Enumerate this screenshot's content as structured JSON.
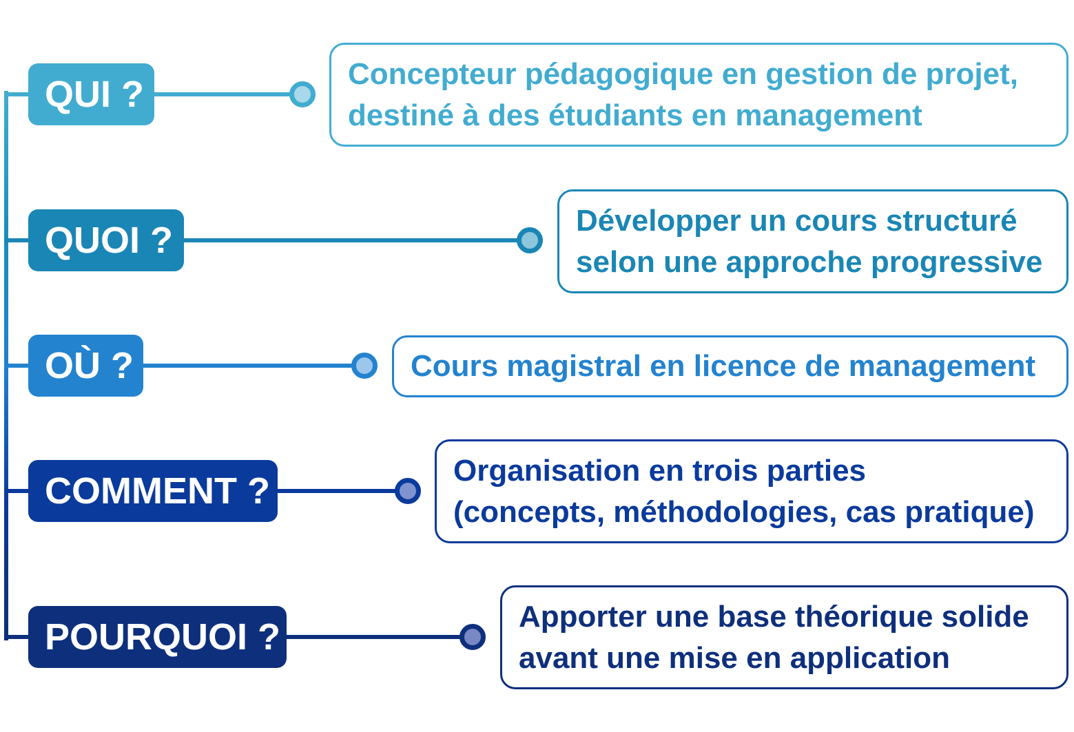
{
  "rows": [
    {
      "question": "QUI ?",
      "answer": "Concepteur pédagogique en gestion de projet,\ndestiné à des étudiants en management",
      "color": "#42acd0",
      "dot_fill": "#a9d8ea"
    },
    {
      "question": "QUOI ?",
      "answer": "Développer un cours structuré\nselon une approche progressive",
      "color": "#1a86b5",
      "dot_fill": "#8ec6dc"
    },
    {
      "question": "OÙ ?",
      "answer": "Cours magistral en licence de management",
      "color": "#2383cf",
      "dot_fill": "#9cc7ec"
    },
    {
      "question": "COMMENT ?",
      "answer": "Organisation en trois parties\n(concepts, méthodologies, cas pratique)",
      "color": "#0a3a9c",
      "dot_fill": "#8093cf"
    },
    {
      "question": "POURQUOI ?",
      "answer": "Apporter une base théorique solide\navant une mise en application",
      "color": "#0e2f7c",
      "dot_fill": "#7888c4"
    }
  ]
}
